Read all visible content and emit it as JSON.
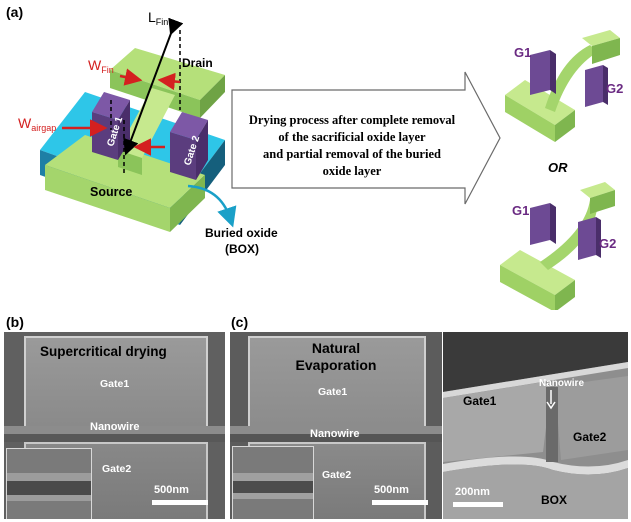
{
  "panels": {
    "a": "(a)",
    "b": "(b)",
    "c": "(c)"
  },
  "schematic": {
    "l_fin": "L",
    "l_fin_sub": "Fin",
    "w_fin": "W",
    "w_fin_sub": "Fin",
    "w_airgap": "W",
    "w_airgap_sub": "airgap",
    "drain": "Drain",
    "gate1": "Gate 1",
    "gate2": "Gate 2",
    "source": "Source",
    "box_line1": "Buried oxide",
    "box_line2": "(BOX)"
  },
  "process": {
    "line1": "Drying process after complete removal",
    "line2": "of the sacrificial oxide layer",
    "line3": "and partial removal of the buried",
    "line4": "oxide layer"
  },
  "outcomes": {
    "g1_top": "G1",
    "g2_top": "G2",
    "or": "OR",
    "g1_bottom": "G1",
    "g2_bottom": "G2"
  },
  "sem_b": {
    "title": "Supercritical drying",
    "gate1": "Gate1",
    "nanowire": "Nanowire",
    "gate2": "Gate2",
    "scale": "500nm"
  },
  "sem_c": {
    "title_line1": "Natural",
    "title_line2": "Evaporation",
    "gate1": "Gate1",
    "nanowire": "Nanowire",
    "gate2": "Gate2",
    "scale": "500nm"
  },
  "sem_c2": {
    "gate1": "Gate1",
    "nanowire": "Nanowire",
    "gate2": "Gate2",
    "box": "BOX",
    "scale": "200nm"
  }
}
